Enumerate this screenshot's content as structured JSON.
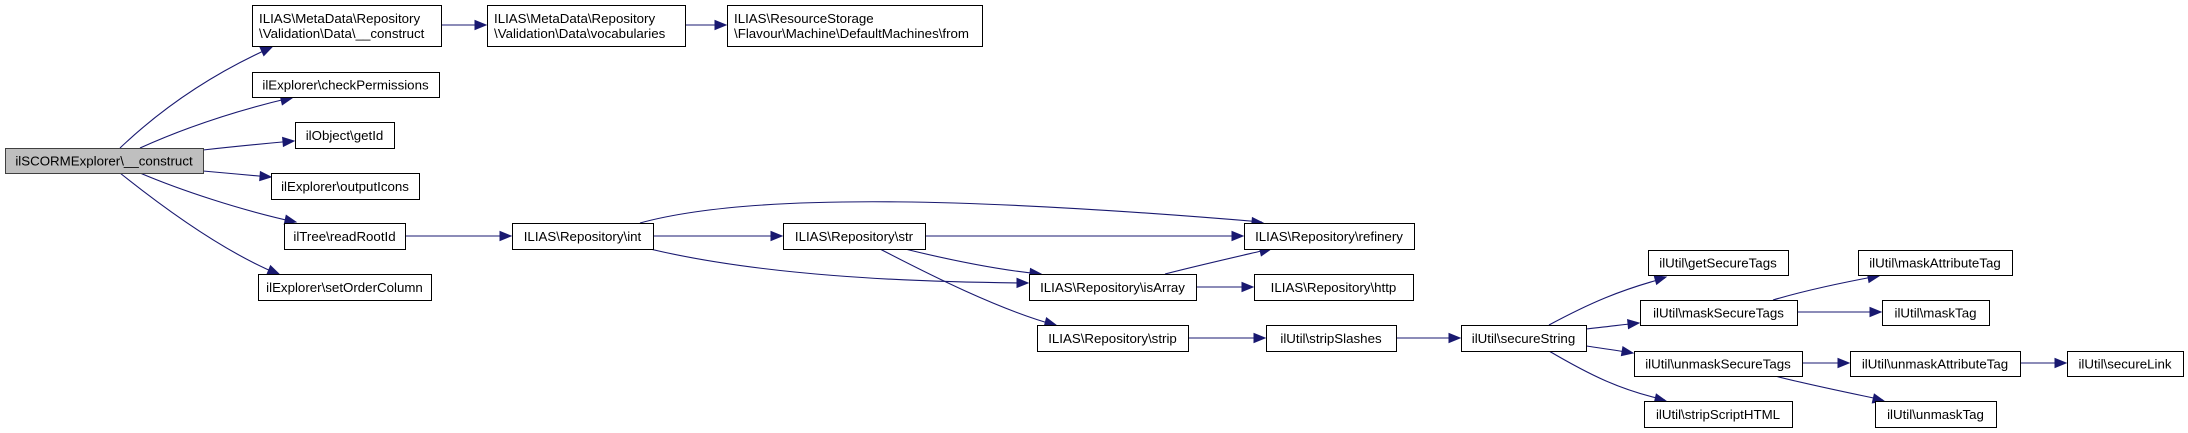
{
  "diagram": {
    "type": "call-graph",
    "colors": {
      "edge": "#191970",
      "root_fill": "#bfbfbf",
      "node_border": "#000000"
    },
    "nodes": [
      {
        "id": "root",
        "lines": [
          "ilSCORMExplorer\\__construct"
        ],
        "root": true
      },
      {
        "id": "valConstruct",
        "lines": [
          "ILIAS\\MetaData\\Repository",
          "\\Validation\\Data\\__construct"
        ]
      },
      {
        "id": "vocab",
        "lines": [
          "ILIAS\\MetaData\\Repository",
          "\\Validation\\Data\\vocabularies"
        ]
      },
      {
        "id": "defMach",
        "lines": [
          "ILIAS\\ResourceStorage",
          "\\Flavour\\Machine\\DefaultMachines\\from"
        ]
      },
      {
        "id": "checkPerm",
        "lines": [
          "ilExplorer\\checkPermissions"
        ]
      },
      {
        "id": "getId",
        "lines": [
          "ilObject\\getId"
        ]
      },
      {
        "id": "outputIcons",
        "lines": [
          "ilExplorer\\outputIcons"
        ]
      },
      {
        "id": "readRootId",
        "lines": [
          "ilTree\\readRootId"
        ]
      },
      {
        "id": "setOrder",
        "lines": [
          "ilExplorer\\setOrderColumn"
        ]
      },
      {
        "id": "repInt",
        "lines": [
          "ILIAS\\Repository\\int"
        ]
      },
      {
        "id": "repStr",
        "lines": [
          "ILIAS\\Repository\\str"
        ]
      },
      {
        "id": "refinery",
        "lines": [
          "ILIAS\\Repository\\refinery"
        ]
      },
      {
        "id": "isArray",
        "lines": [
          "ILIAS\\Repository\\isArray"
        ]
      },
      {
        "id": "http",
        "lines": [
          "ILIAS\\Repository\\http"
        ]
      },
      {
        "id": "strip",
        "lines": [
          "ILIAS\\Repository\\strip"
        ]
      },
      {
        "id": "stripSlashes",
        "lines": [
          "ilUtil\\stripSlashes"
        ]
      },
      {
        "id": "secureString",
        "lines": [
          "ilUtil\\secureString"
        ]
      },
      {
        "id": "getSecureTags",
        "lines": [
          "ilUtil\\getSecureTags"
        ]
      },
      {
        "id": "maskSecureTags",
        "lines": [
          "ilUtil\\maskSecureTags"
        ]
      },
      {
        "id": "unmaskSecureTags",
        "lines": [
          "ilUtil\\unmaskSecureTags"
        ]
      },
      {
        "id": "stripScriptHTML",
        "lines": [
          "ilUtil\\stripScriptHTML"
        ]
      },
      {
        "id": "maskAttributeTag",
        "lines": [
          "ilUtil\\maskAttributeTag"
        ]
      },
      {
        "id": "maskTag",
        "lines": [
          "ilUtil\\maskTag"
        ]
      },
      {
        "id": "unmaskAttributeTag",
        "lines": [
          "ilUtil\\unmaskAttributeTag"
        ]
      },
      {
        "id": "secureLink",
        "lines": [
          "ilUtil\\secureLink"
        ]
      },
      {
        "id": "unmaskTag",
        "lines": [
          "ilUtil\\unmaskTag"
        ]
      }
    ],
    "edges": [
      [
        "root",
        "valConstruct"
      ],
      [
        "root",
        "checkPerm"
      ],
      [
        "root",
        "getId"
      ],
      [
        "root",
        "outputIcons"
      ],
      [
        "root",
        "readRootId"
      ],
      [
        "root",
        "setOrder"
      ],
      [
        "valConstruct",
        "vocab"
      ],
      [
        "vocab",
        "defMach"
      ],
      [
        "readRootId",
        "repInt"
      ],
      [
        "repInt",
        "repStr"
      ],
      [
        "repInt",
        "refinery"
      ],
      [
        "repInt",
        "isArray"
      ],
      [
        "repStr",
        "refinery"
      ],
      [
        "repStr",
        "isArray"
      ],
      [
        "repStr",
        "strip"
      ],
      [
        "isArray",
        "refinery"
      ],
      [
        "isArray",
        "http"
      ],
      [
        "strip",
        "stripSlashes"
      ],
      [
        "stripSlashes",
        "secureString"
      ],
      [
        "secureString",
        "getSecureTags"
      ],
      [
        "secureString",
        "maskSecureTags"
      ],
      [
        "secureString",
        "unmaskSecureTags"
      ],
      [
        "secureString",
        "stripScriptHTML"
      ],
      [
        "maskSecureTags",
        "maskAttributeTag"
      ],
      [
        "maskSecureTags",
        "maskTag"
      ],
      [
        "unmaskSecureTags",
        "unmaskAttributeTag"
      ],
      [
        "unmaskSecureTags",
        "unmaskTag"
      ],
      [
        "unmaskAttributeTag",
        "secureLink"
      ]
    ]
  }
}
